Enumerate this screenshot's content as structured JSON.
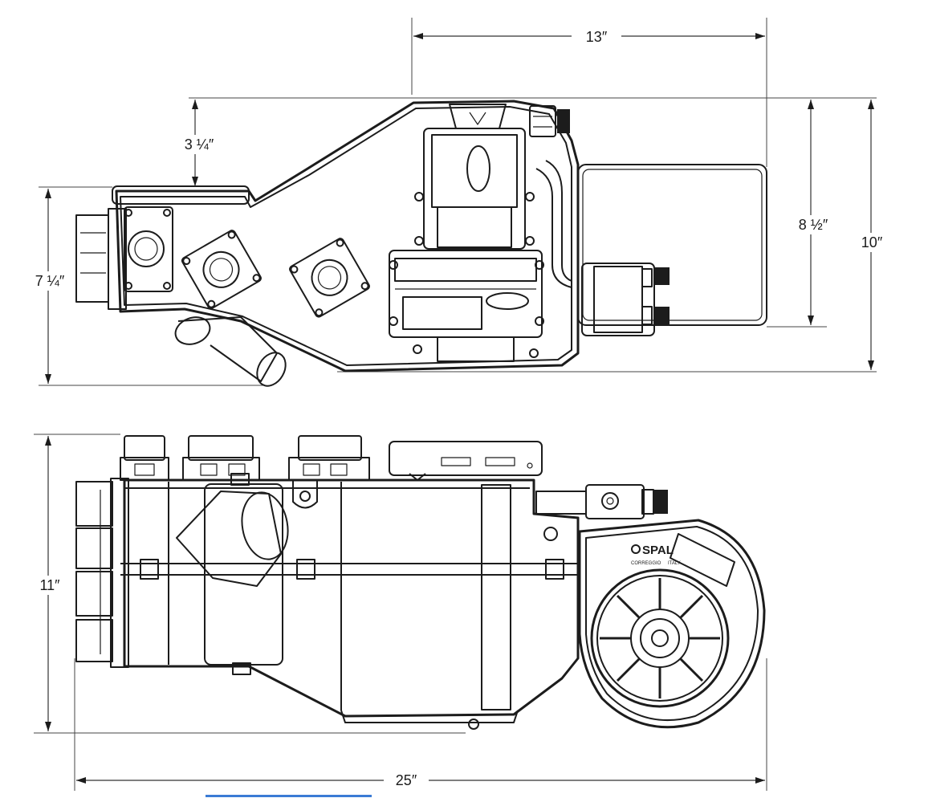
{
  "dimensions": {
    "top_width": "13″",
    "top_left_offset": "3 ¼″",
    "top_left_height": "7 ¼″",
    "top_right_inner": "8 ½″",
    "top_right_outer": "10″",
    "side_height": "11″",
    "overall_length": "25″"
  },
  "labels": {
    "fan_brand": "SPAL",
    "fan_origin_left": "CORREGGIO",
    "fan_origin_right": "ITALY"
  },
  "colors": {
    "line": "#1c1c1c",
    "link_underline": "#3a7bd5"
  }
}
